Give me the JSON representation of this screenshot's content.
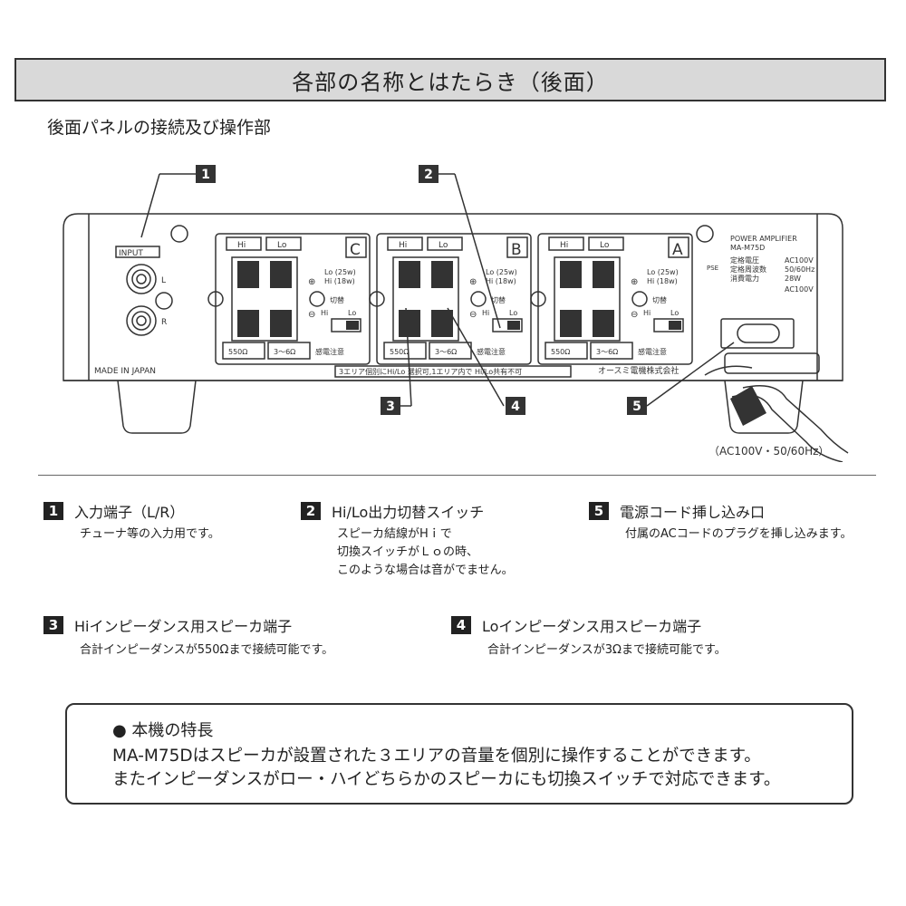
{
  "header": {
    "title": "各部の名称とはたらき（後面）"
  },
  "subtitle": "後面パネルの接続及び操作部",
  "panel": {
    "input_label": "INPUT",
    "input_l": "L",
    "input_r": "R",
    "made_in": "MADE IN JAPAN",
    "maker": "オースミ電機株式会社",
    "notice": "3エリア個別にHi/Lo 選択可,1エリア内で Hi/Lo共有不可",
    "power_amp": "POWER AMPLIFIER",
    "model": "MA-M75D",
    "spec_labels": [
      "定格電圧",
      "定格周波数",
      "消費電力"
    ],
    "spec_values": [
      "AC100V",
      "50/60Hz",
      "28W",
      "AC100V"
    ],
    "pse": "PSE",
    "hi": "Hi",
    "lo": "Lo",
    "lo_watt": "Lo (25w)",
    "hi_watt": "Hi  (18w)",
    "switch_label": "切替",
    "imp_hi": "550Ω",
    "imp_lo": "3〜6Ω",
    "shock": "感電注意",
    "zones": [
      "C",
      "B",
      "A"
    ],
    "plus": "⊕",
    "minus": "⊖",
    "ac_note": "（AC100V・50/60Hz）"
  },
  "callouts": [
    "1",
    "2",
    "3",
    "4",
    "5"
  ],
  "items": [
    {
      "num": "1",
      "title": "入力端子（L/R）",
      "desc": [
        "チューナ等の入力用です。"
      ]
    },
    {
      "num": "2",
      "title": "Hi/Lo出力切替スイッチ",
      "desc": [
        "スピーカ結線がHｉで",
        "切換スイッチがＬｏの時、",
        "このような場合は音がでません。"
      ]
    },
    {
      "num": "5",
      "title": "電源コード挿し込み口",
      "desc": [
        "付属のACコードのプラグを挿し込みます。"
      ]
    },
    {
      "num": "3",
      "title": "Hiインピーダンス用スピーカ端子",
      "desc": [
        "合計インピーダンスが550Ωまで接続可能です。"
      ]
    },
    {
      "num": "4",
      "title": "Loインピーダンス用スピーカ端子",
      "desc": [
        "合計インピーダンスが3Ωまで接続可能です。"
      ]
    }
  ],
  "features": {
    "title": "● 本機の特長",
    "line1": "MA-M75Dはスピーカが設置された３エリアの音量を個別に操作することができます。",
    "line2": "またインピーダンスがロー・ハイどちらかのスピーカにも切換スイッチで対応できます。"
  }
}
